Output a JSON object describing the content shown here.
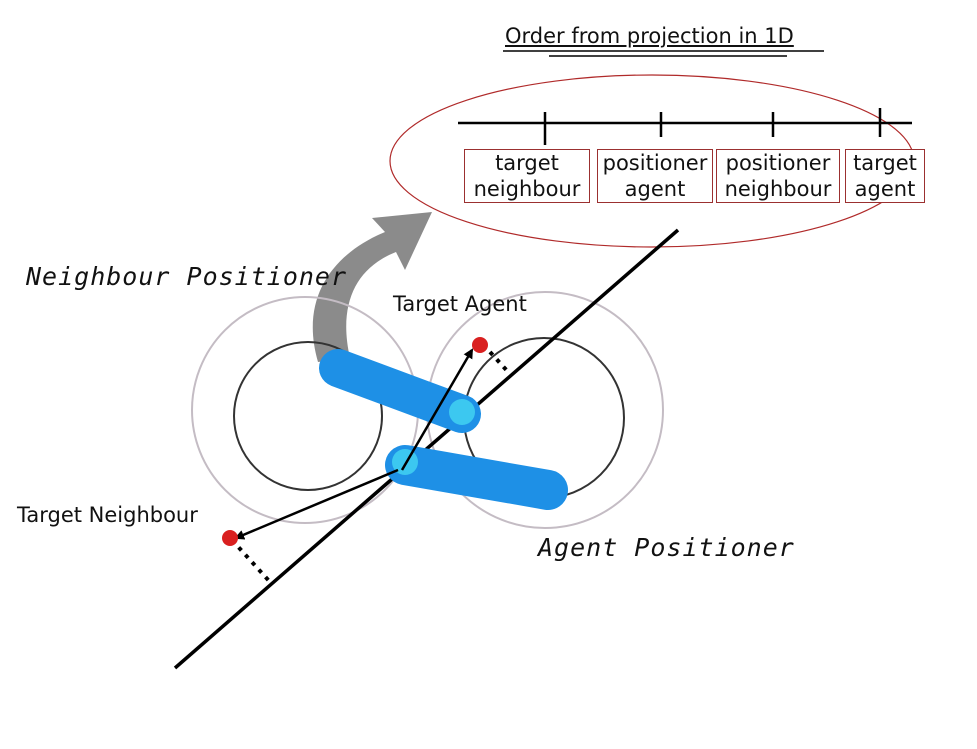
{
  "title": "Order from projection in 1D",
  "order_boxes": [
    {
      "line1": "target",
      "line2": "neighbour"
    },
    {
      "line1": "positioner",
      "line2": "agent"
    },
    {
      "line1": "positioner",
      "line2": "neighbour"
    },
    {
      "line1": "target",
      "line2": "agent"
    }
  ],
  "labels": {
    "neighbour_positioner": "Neighbour Positioner",
    "agent_positioner": "Agent Positioner",
    "target_agent": "Target Agent",
    "target_neighbour": "Target Neighbour"
  },
  "colors": {
    "ellipse": "#b02a2a",
    "robot_blue": "#1e90e6",
    "target_red": "#d92020",
    "arrow_grey": "#808080"
  }
}
